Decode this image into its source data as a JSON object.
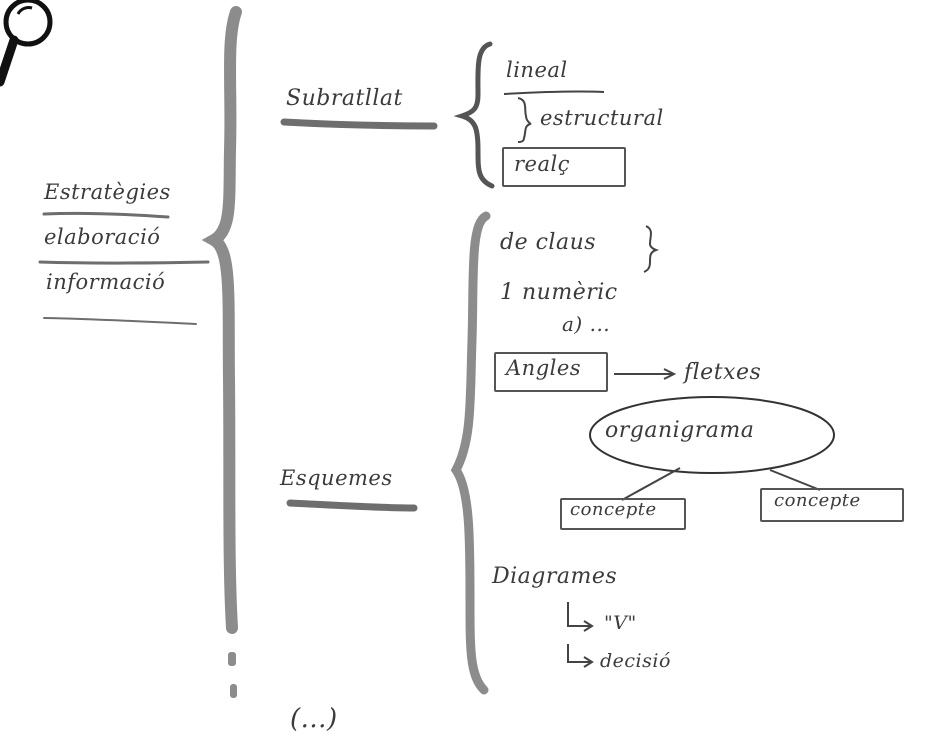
{
  "root": {
    "line1": "Estratègies",
    "line2": "elaboració",
    "line3": "informació"
  },
  "subratllat": {
    "title": "Subratllat",
    "items": [
      "lineal",
      "estructural",
      "realç"
    ]
  },
  "esquemes": {
    "title": "Esquemes",
    "de_claus": "de claus",
    "numeric": "1 numèric",
    "numeric_sub": "a) ...",
    "angles": "Angles",
    "fletxes": "fletxes",
    "organigrama": "organigrama",
    "concepte_left": "concepte",
    "concepte_right": "concepte",
    "diagrames": "Diagrames",
    "diagrames_v": "\"V\"",
    "diagrames_decisio": "decisió"
  },
  "ellipsis": "(...)",
  "colors": {
    "ink": "#3b3b3b",
    "brace": "#8c8c8c",
    "underline": "#6e6e6e"
  },
  "icons": [
    "magnifier-icon"
  ]
}
